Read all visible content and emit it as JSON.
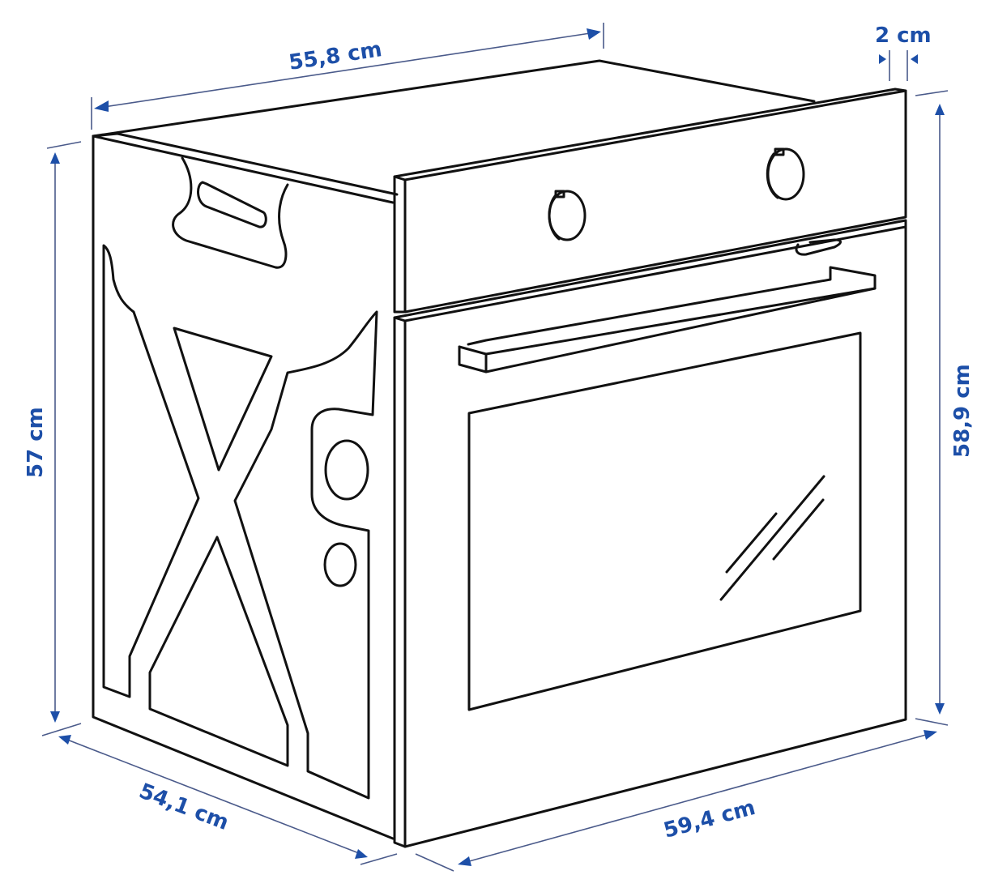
{
  "diagram": {
    "subject": "Built-in oven isometric line drawing with dimensions",
    "colors": {
      "line": "#111111",
      "dimension_text": "#1d4fa8",
      "dimension_line": "#4a5a8a",
      "background": "#ffffff"
    },
    "dimensions": {
      "top_depth": "55,8 cm",
      "front_panel_thickness": "2 cm",
      "body_height": "57 cm",
      "front_height": "58,9 cm",
      "side_depth": "54,1 cm",
      "front_width": "59,4 cm"
    },
    "parts": {
      "control_knobs": 2,
      "door_handle": "horizontal bar handle",
      "door_window": "glass window with reflection lines",
      "side_panel": "X-shaped cutout frame with carry handle and two round holes"
    }
  }
}
